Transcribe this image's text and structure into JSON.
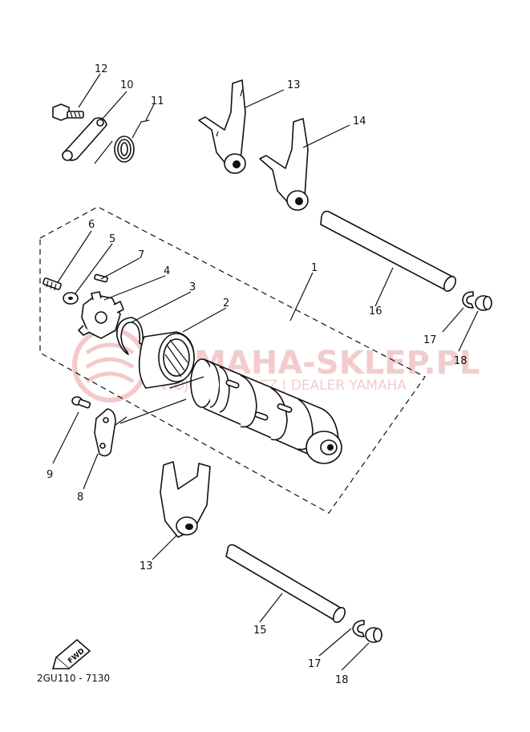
{
  "diagram": {
    "code": "2GU110 - 7130",
    "direction_badge": "FWD",
    "watermark": {
      "main": "YAMAHA-SKLEP.PL",
      "sub": "WOJCIECHOWICZ | DEALER YAMAHA"
    },
    "callouts": {
      "c1": "1",
      "c2": "2",
      "c3": "3",
      "c4": "4",
      "c5": "5",
      "c6": "6",
      "c7": "7",
      "c8": "8",
      "c9": "9",
      "c10": "10",
      "c11": "11",
      "c12": "12",
      "c13a": "13",
      "c13b": "13",
      "c14": "14",
      "c15": "15",
      "c16": "16",
      "c17a": "17",
      "c17b": "17",
      "c18a": "18",
      "c18b": "18"
    }
  }
}
